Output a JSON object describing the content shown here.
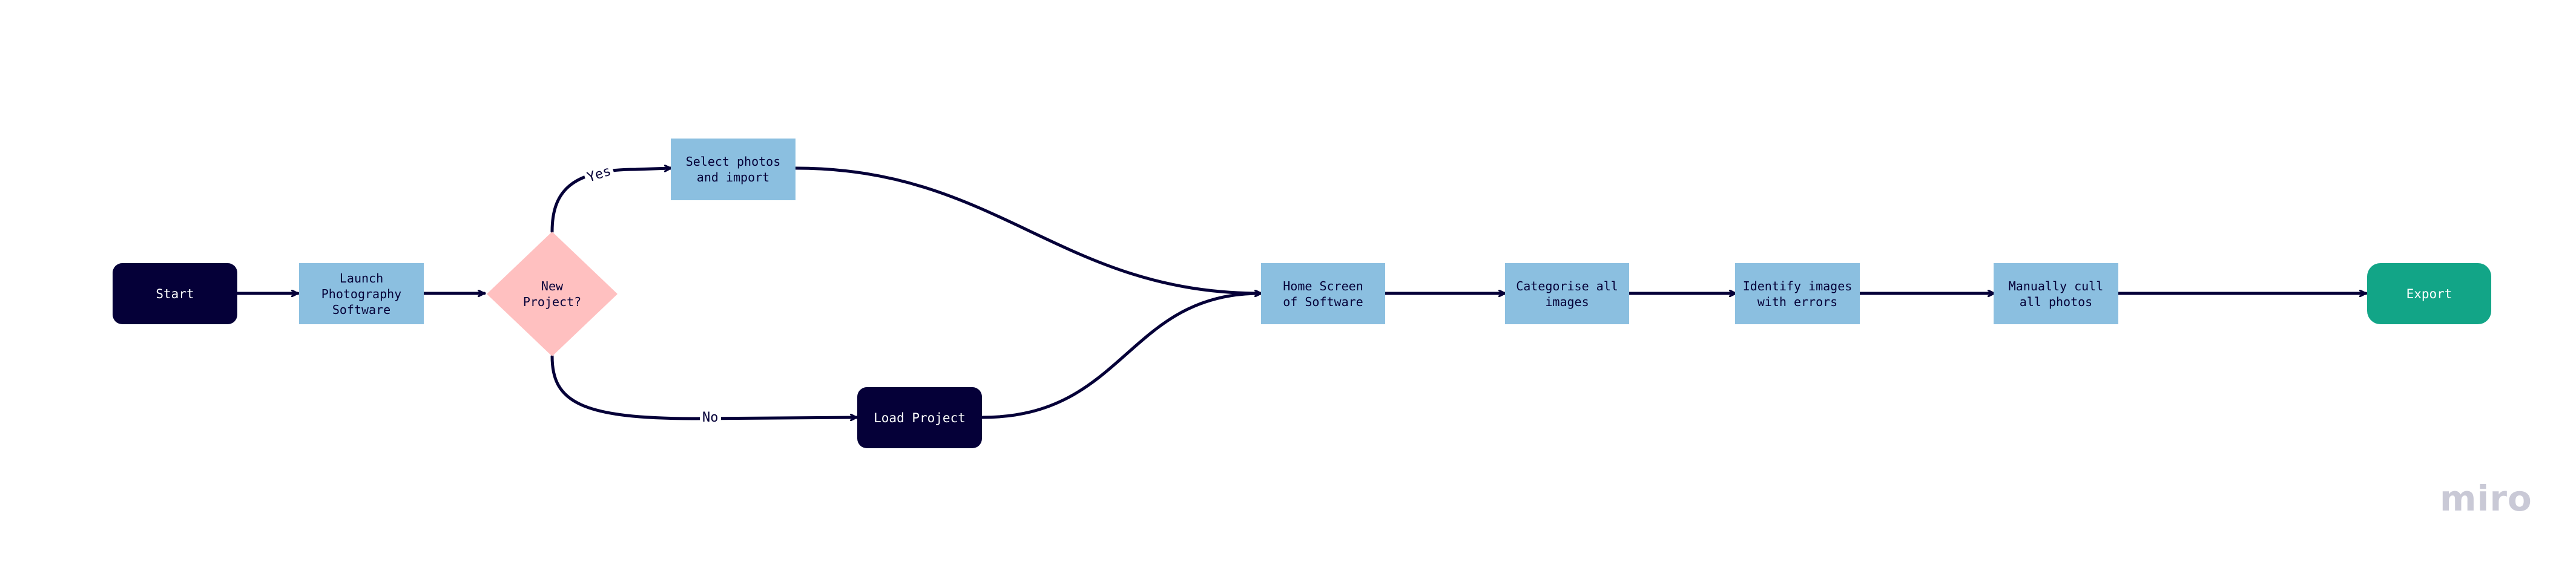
{
  "diagram": {
    "nodes": {
      "start": "Start",
      "launch": "Launch\nPhotography\nSoftware",
      "new_project": "New\nProject?",
      "select_photos": "Select photos\nand import",
      "load_project": "Load Project",
      "home_screen": "Home Screen\nof Software",
      "categorise": "Categorise all\nimages",
      "identify": "Identify images\nwith errors",
      "cull": "Manually cull\nall photos",
      "export": "Export"
    },
    "edge_labels": {
      "yes": "Yes",
      "no": "No"
    }
  },
  "colors": {
    "dark_navy": "#050038",
    "process_blue": "#8bbfe0",
    "decision_pink": "#ffc0c0",
    "export_green": "#12a587",
    "connector": "#050038"
  },
  "brand": "miro"
}
